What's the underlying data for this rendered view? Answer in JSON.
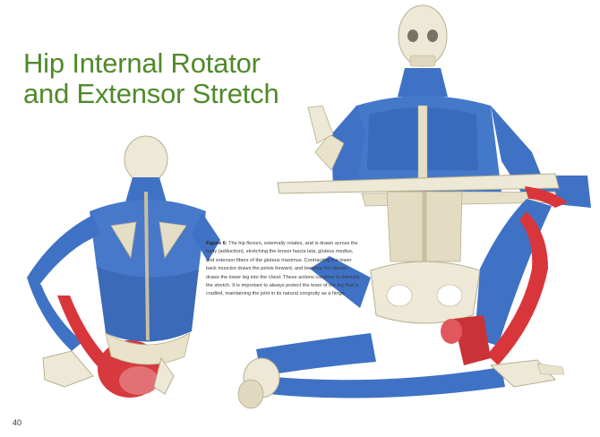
{
  "title": {
    "line1": "Hip Internal Rotator",
    "line2": "and Extensor Stretch"
  },
  "caption": {
    "figure_label": "Figure 6:",
    "text": "The hip flexors, externally rotates, and is drawn across the body (adduction), stretching the tensor fascia lata, gluteus medius, and extensor fibers of the gluteus maximus. Contracting the lower back muscles draws the pelvis forward, and bending the elbows draws the lower leg into the chest. These actions combine to intensify the stretch. It is important to always protect the knee of the leg that is cradled, maintaining the joint in its natural congruity as a hinge."
  },
  "page_number": "40",
  "colors": {
    "title_green": "#4f8a2a",
    "muscle_blue": "#3f72c4",
    "muscle_red": "#d9363c",
    "bone": "#eee9d6"
  }
}
